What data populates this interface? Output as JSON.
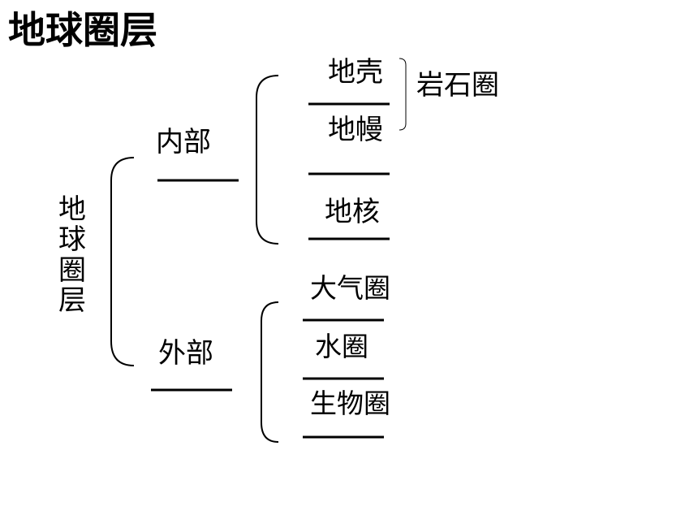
{
  "title": "地球圈层",
  "root_label": "地\n球\n圈\n层",
  "inner": {
    "label": "内部",
    "layers": [
      "地壳",
      "地幔",
      "地核"
    ],
    "group_label": "岩石圈"
  },
  "outer": {
    "label": "外部",
    "layers": [
      "大气圈",
      "水圈",
      "生物圈"
    ]
  }
}
